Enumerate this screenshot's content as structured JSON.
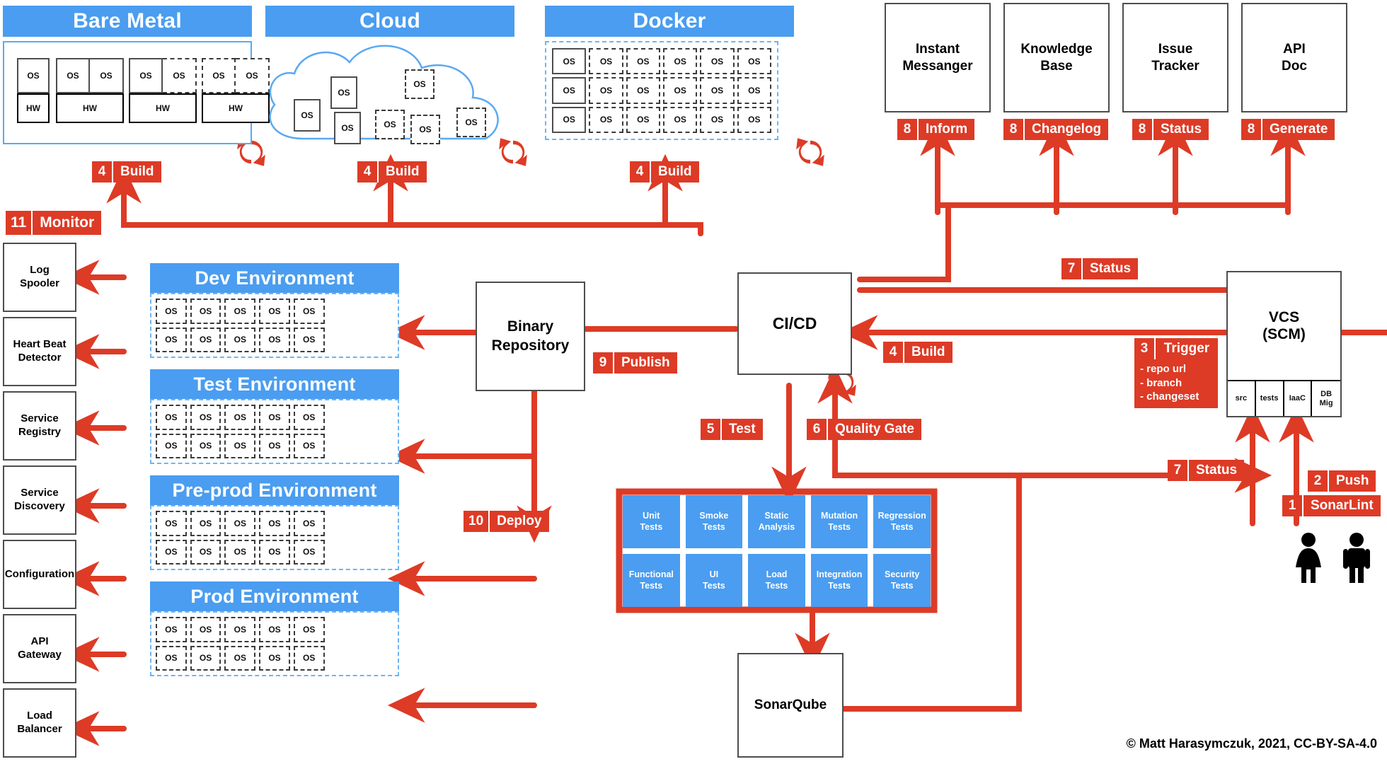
{
  "platforms": [
    {
      "title": "Bare Metal",
      "build_badge": {
        "num": "4",
        "label": "Build"
      }
    },
    {
      "title": "Cloud",
      "build_badge": {
        "num": "4",
        "label": "Build"
      }
    },
    {
      "title": "Docker",
      "build_badge": {
        "num": "4",
        "label": "Build"
      }
    }
  ],
  "bare_metal": {
    "stacks": [
      {
        "os": [
          "OS"
        ],
        "hw": "HW",
        "dashed": false
      },
      {
        "os": [
          "OS",
          "OS"
        ],
        "hw": "HW",
        "dashed": false
      },
      {
        "os": [
          "OS",
          "OS"
        ],
        "hw": "HW",
        "dashed": "second"
      },
      {
        "os": [
          "OS",
          "OS"
        ],
        "hw": "HW",
        "dashed": true
      }
    ]
  },
  "cloud": {
    "nodes": [
      {
        "label": "OS",
        "dashed": false
      },
      {
        "label": "OS",
        "dashed": false
      },
      {
        "label": "OS",
        "dashed": false
      },
      {
        "label": "OS",
        "dashed": true
      },
      {
        "label": "OS",
        "dashed": true
      },
      {
        "label": "OS",
        "dashed": true
      },
      {
        "label": "OS",
        "dashed": true
      }
    ]
  },
  "docker": {
    "rows": 3,
    "cols": 6,
    "cell_label": "OS",
    "solid_column": 0
  },
  "integrations": [
    {
      "title": "Instant\nMessanger",
      "badge": {
        "num": "8",
        "label": "Inform"
      }
    },
    {
      "title": "Knowledge\nBase",
      "badge": {
        "num": "8",
        "label": "Changelog"
      }
    },
    {
      "title": "Issue\nTracker",
      "badge": {
        "num": "8",
        "label": "Status"
      }
    },
    {
      "title": "API\nDoc",
      "badge": {
        "num": "8",
        "label": "Generate"
      }
    }
  ],
  "monitor_badge": {
    "num": "11",
    "label": "Monitor"
  },
  "sidebar": {
    "items": [
      {
        "label": "Log\nSpooler"
      },
      {
        "label": "Heart Beat\nDetector"
      },
      {
        "label": "Service\nRegistry"
      },
      {
        "label": "Service\nDiscovery"
      },
      {
        "label": "Configuration"
      },
      {
        "label": "API\nGateway"
      },
      {
        "label": "Load\nBalancer"
      }
    ]
  },
  "environments": [
    {
      "title": "Dev Environment",
      "rows": 2,
      "cols": 5,
      "cell_label": "OS"
    },
    {
      "title": "Test Environment",
      "rows": 2,
      "cols": 5,
      "cell_label": "OS"
    },
    {
      "title": "Pre-prod Environment",
      "rows": 2,
      "cols": 5,
      "cell_label": "OS"
    },
    {
      "title": "Prod Environment",
      "rows": 2,
      "cols": 5,
      "cell_label": "OS"
    }
  ],
  "binary_repository": {
    "title": "Binary\nRepository"
  },
  "cicd": {
    "title": "CI/CD"
  },
  "sonarqube": {
    "title": "SonarQube"
  },
  "vcs": {
    "title": "VCS\n(SCM)",
    "cells": [
      "src",
      "tests",
      "IaaC",
      "DB\nMig"
    ]
  },
  "badges": {
    "publish": {
      "num": "9",
      "label": "Publish"
    },
    "deploy": {
      "num": "10",
      "label": "Deploy"
    },
    "test": {
      "num": "5",
      "label": "Test"
    },
    "quality_gate": {
      "num": "6",
      "label": "Quality Gate"
    },
    "build_cicd": {
      "num": "4",
      "label": "Build"
    },
    "status_top": {
      "num": "7",
      "label": "Status"
    },
    "status_bottom": {
      "num": "7",
      "label": "Status"
    },
    "trigger": {
      "num": "3",
      "label": "Trigger",
      "notes": "- repo url\n- branch\n- changeset"
    },
    "push": {
      "num": "2",
      "label": "Push"
    },
    "sonarlint": {
      "num": "1",
      "label": "SonarLint"
    }
  },
  "tests": {
    "row1": [
      "Unit\nTests",
      "Smoke\nTests",
      "Static\nAnalysis",
      "Mutation\nTests",
      "Regression\nTests"
    ],
    "row2": [
      "Functional\nTests",
      "UI\nTests",
      "Load\nTests",
      "Integration\nTests",
      "Security\nTests"
    ]
  },
  "people": [
    {
      "name": "female-person-icon"
    },
    {
      "name": "male-person-icon"
    }
  ],
  "copyright": "© Matt Harasymczuk, 2021, CC-BY-SA-4.0",
  "colors": {
    "red": "#dd3b26",
    "blue": "#4a9df0",
    "blue_line": "#6fb4f2",
    "dark": "#4d4d4d"
  }
}
